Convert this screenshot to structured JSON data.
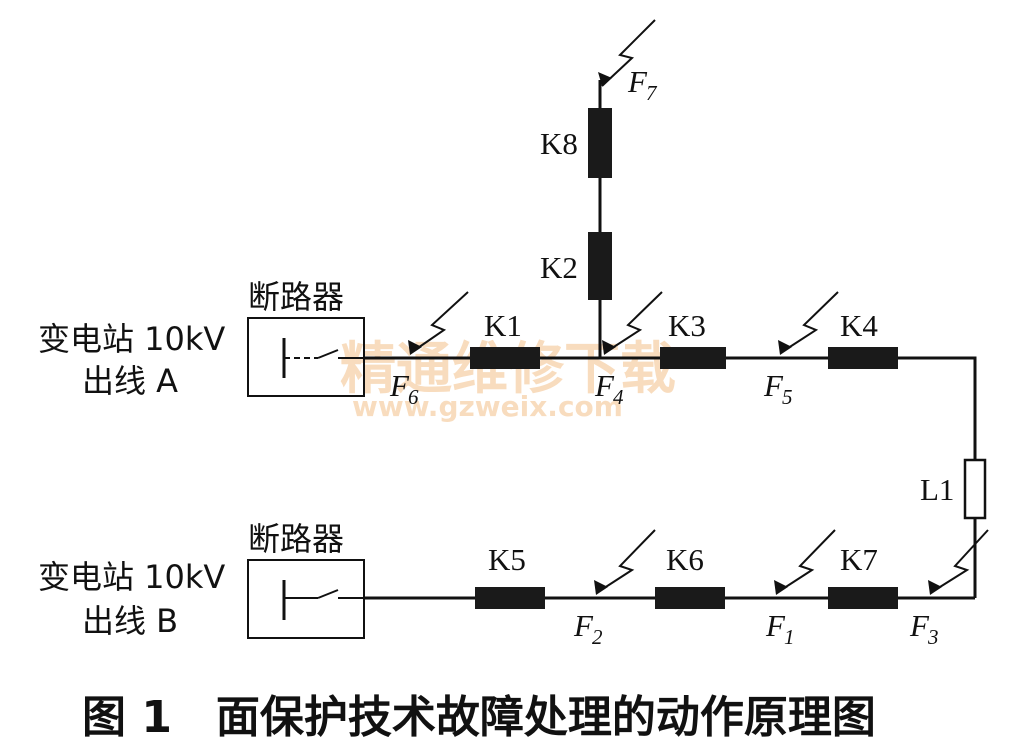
{
  "substations": {
    "a": {
      "line1": "变电站 10kV",
      "line2": "出线 A",
      "breaker": "断路器"
    },
    "b": {
      "line1": "变电站 10kV",
      "line2": "出线 B",
      "breaker": "断路器"
    }
  },
  "switches": [
    "K1",
    "K2",
    "K3",
    "K4",
    "K5",
    "K6",
    "K7",
    "K8"
  ],
  "load": "L1",
  "faults": [
    "F1",
    "F2",
    "F3",
    "F4",
    "F5",
    "F6",
    "F7"
  ],
  "watermark": {
    "text": "精通维修下载",
    "url": "www.gzweix.com"
  },
  "caption": "图 1　面保护技术故障处理的动作原理图",
  "colors": {
    "line": "#111111",
    "watermark": "#f3c08a"
  }
}
